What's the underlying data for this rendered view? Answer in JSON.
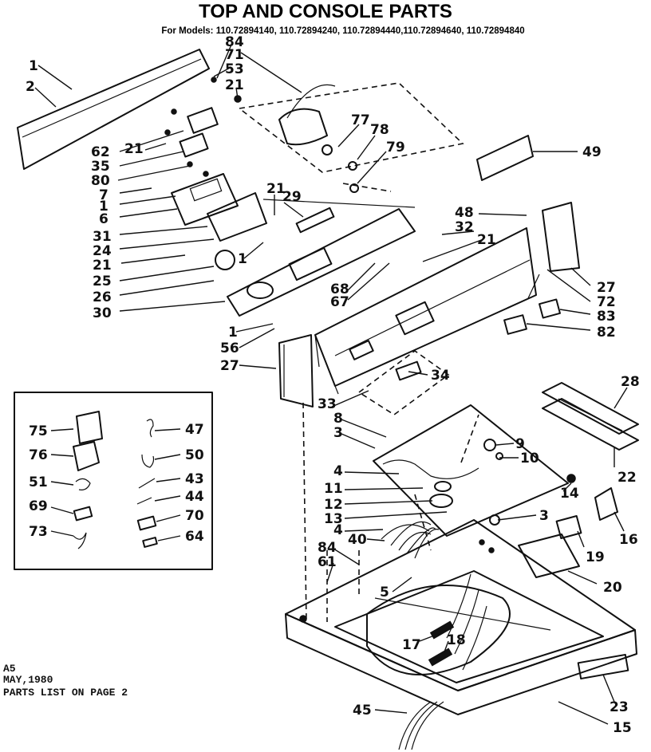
{
  "header": {
    "title": "TOP AND CONSOLE PARTS",
    "models": "For Models: 110.72894140, 110.72894240, 110.72894440,110.72894640, 110.72894840"
  },
  "footer": {
    "line1": "A5",
    "line2": "MAY,1980",
    "line3": "PARTS LIST ON PAGE 2"
  },
  "callouts": {
    "c1a": "1",
    "c2": "2",
    "c84a": "84",
    "c71": "71",
    "c53": "53",
    "c21a": "21",
    "c62": "62",
    "c21b": "21",
    "c35": "35",
    "c80": "80",
    "c7": "7",
    "c1b": "1",
    "c6": "6",
    "c31": "31",
    "c24": "24",
    "c21c": "21",
    "c25": "25",
    "c26": "26",
    "c30": "30",
    "c77": "77",
    "c78": "78",
    "c79": "79",
    "c49": "49",
    "c21d": "21",
    "c29": "29",
    "c1c": "1",
    "c48": "48",
    "c32": "32",
    "c21e": "21",
    "c68": "68",
    "c67": "67",
    "c27a": "27",
    "c72": "72",
    "c83": "83",
    "c82": "82",
    "c1d": "1",
    "c56": "56",
    "c27b": "27",
    "c34": "34",
    "c33": "33",
    "c28": "28",
    "c8": "8",
    "c3a": "3",
    "c9": "9",
    "c10": "10",
    "c22": "22",
    "c4a": "4",
    "c14": "14",
    "c11": "11",
    "c12": "12",
    "c13": "13",
    "c3b": "3",
    "c4b": "4",
    "c16": "16",
    "c40": "40",
    "c19": "19",
    "c84b": "84",
    "c61": "61",
    "c5": "5",
    "c20": "20",
    "c17": "17",
    "c18": "18",
    "c45": "45",
    "c23": "23",
    "c15": "15",
    "c75": "75",
    "c47": "47",
    "c76": "76",
    "c50": "50",
    "c51": "51",
    "c43": "43",
    "c69": "69",
    "c44": "44",
    "c70": "70",
    "c73": "73",
    "c64": "64"
  }
}
